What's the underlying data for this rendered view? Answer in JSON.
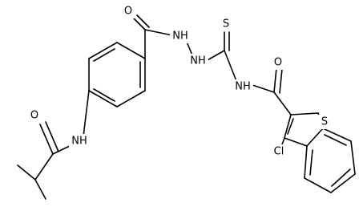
{
  "atoms": {
    "o_benzoyl": "O",
    "nh_a": "NH",
    "nh_b": "NH",
    "s_thione": "S",
    "nh_c": "NH",
    "o_amide": "O",
    "s_ring": "S",
    "cl": "Cl",
    "o_isobutyryl": "O",
    "nh_anilide": "NH"
  },
  "colors": {
    "ink": "#000000",
    "background": "#ffffff"
  }
}
